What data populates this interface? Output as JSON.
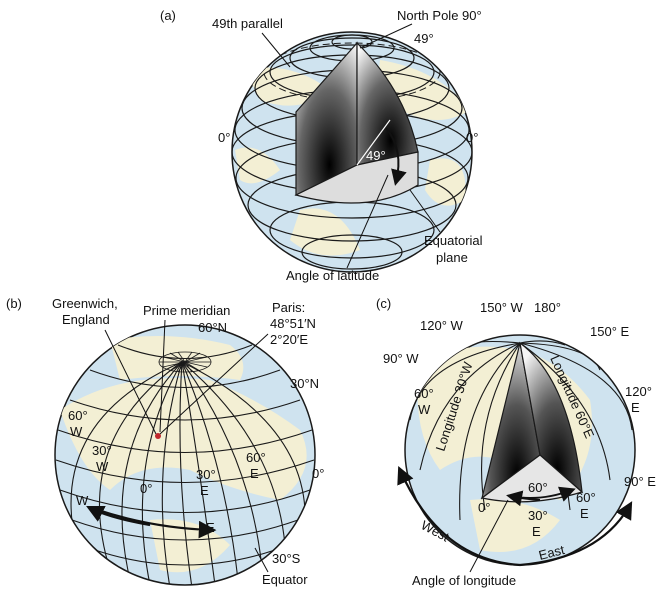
{
  "panel_a": {
    "letter": "(a)",
    "parallel_49": "49th parallel",
    "north_pole": "North Pole 90°",
    "lat_49_top": "49°",
    "zero_left": "0°",
    "zero_right": "0°",
    "angle_49": "49°",
    "equatorial_1": "Equatorial",
    "equatorial_2": "plane",
    "angle_latitude": "Angle of latitude"
  },
  "panel_b": {
    "letter": "(b)",
    "greenwich_1": "Greenwich,",
    "greenwich_2": "England",
    "prime_meridian": "Prime meridian",
    "paris_1": "Paris:",
    "paris_2": "48°51′N",
    "paris_3": "2°20′E",
    "lat_60n": "60°N",
    "lat_30n": "30°N",
    "lon_60w_1": "60°",
    "lon_60w_2": "W",
    "lon_30w_1": "30°",
    "lon_30w_2": "W",
    "lon_0": "0°",
    "lon_30e_1": "30°",
    "lon_30e_2": "E",
    "lon_60e_1": "60°",
    "lon_60e_2": "E",
    "lon_right_0": "0°",
    "dir_w": "W",
    "dir_e": "E",
    "lat_30s": "30°S",
    "equator": "Equator"
  },
  "panel_c": {
    "letter": "(c)",
    "lon_150w": "150° W",
    "lon_180": "180°",
    "lon_120w": "120° W",
    "lon_150e": "150° E",
    "lon_90w": "90° W",
    "lon_120e_1": "120°",
    "lon_120e_2": "E",
    "lon_60w_1": "60°",
    "lon_60w_2": "W",
    "lon_30w_label": "Longitude 30°W",
    "lon_60e_label": "Longitude 60°E",
    "lon_90e": "90° E",
    "angle_60": "60°",
    "zero": "0°",
    "lon_30e_1": "30°",
    "lon_30e_2": "E",
    "lon_60e_1": "60°",
    "lon_60e_2": "E",
    "west": "West",
    "east": "East",
    "angle_longitude": "Angle of longitude"
  },
  "colors": {
    "ocean": "#cfe3ef",
    "land": "#f3efd4",
    "line": "#1a1a1a",
    "paris_dot": "#c0282d"
  }
}
